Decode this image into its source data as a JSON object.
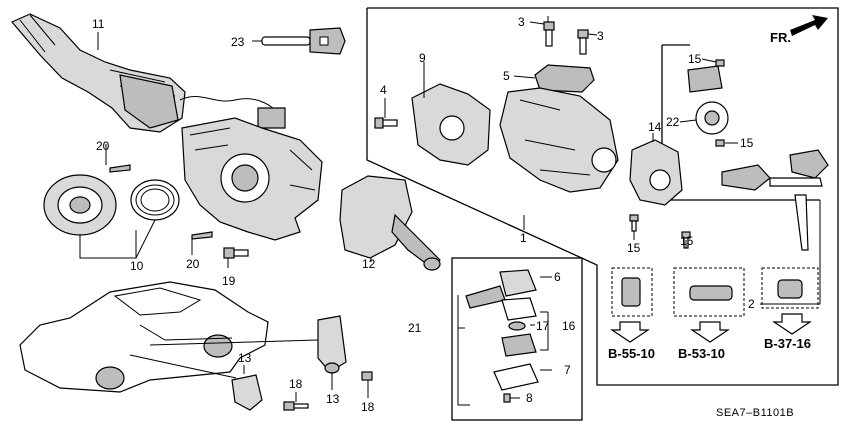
{
  "diagram": {
    "callouts": {
      "p1": "1",
      "p2": "2",
      "p3a": "3",
      "p3b": "3",
      "p4": "4",
      "p5": "5",
      "p6": "6",
      "p7": "7",
      "p8": "8",
      "p9": "9",
      "p10": "10",
      "p11": "11",
      "p12": "12",
      "p13a": "13",
      "p13b": "13",
      "p14": "14",
      "p15a": "15",
      "p15b": "15",
      "p15c": "15",
      "p15d": "15",
      "p16": "16",
      "p17": "17",
      "p18a": "18",
      "p18b": "18",
      "p19": "19",
      "p20a": "20",
      "p20b": "20",
      "p21": "21",
      "p22": "22",
      "p23": "23"
    },
    "references": {
      "ref1": "B-55-10",
      "ref2": "B-53-10",
      "ref3": "B-37-16"
    },
    "front_indicator": "FR.",
    "diagram_code": "SEA7–B1101B"
  }
}
